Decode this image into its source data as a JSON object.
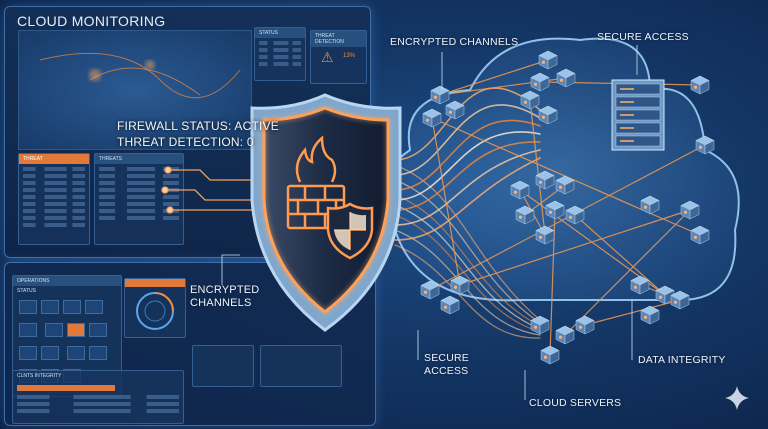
{
  "dashboard": {
    "title": "CLOUD MONITORING",
    "panels": {
      "status": "STATUS",
      "threat_detection": "THREAT DETECTION",
      "threat": "THREAT",
      "threats": "THREATS",
      "operations": "OPERATIONS",
      "status_grid": "STATUS",
      "integrity": "CLNTS INTEGRITY"
    },
    "threat_percent": "13%",
    "overlay": {
      "firewall_status": "FIREWALL STATUS: ACTIVE",
      "threat_detection": "THREAT DETECTION: 0"
    },
    "encrypted_label": "ENCRYPTED\nCHANNELS"
  },
  "diagram_labels": {
    "encrypted_channels": "ENCRYPTED CHANNELS",
    "secure_access_top": "SECURE ACCESS",
    "secure_access_bottom_line1": "SECURE",
    "secure_access_bottom_line2": "ACCESS",
    "data_integrity": "DATA INTEGRITY",
    "cloud_servers": "CLOUD SERVERS"
  },
  "colors": {
    "accent": "#f08a3c",
    "glow": "#ffb070",
    "cloud": "#7fb8ec",
    "bg": "#143766"
  },
  "icons": [
    "shield-icon",
    "firewall-icon",
    "flame-icon",
    "sparkle-icon",
    "warning-icon",
    "server-icon"
  ]
}
